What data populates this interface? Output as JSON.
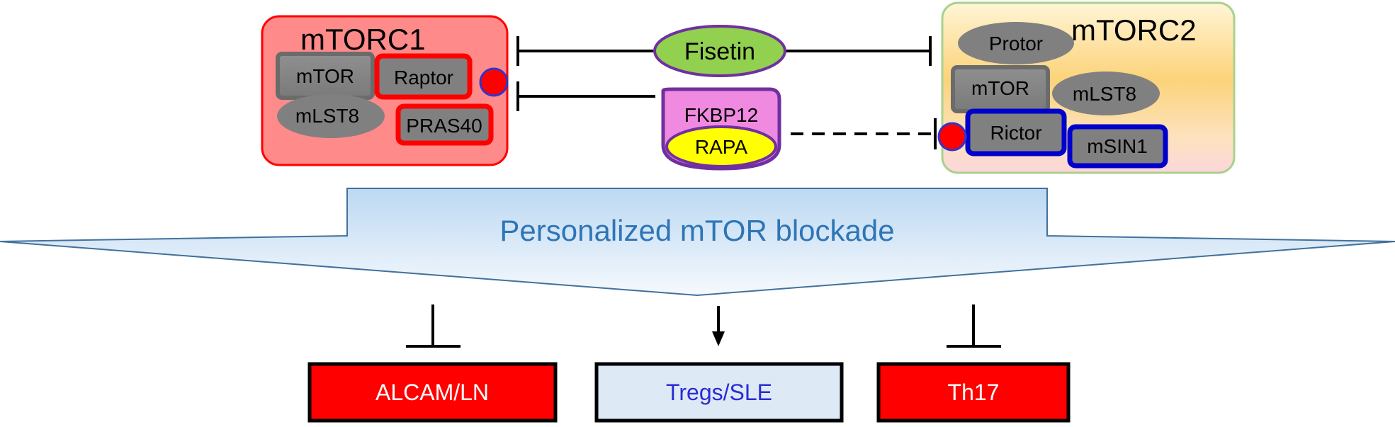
{
  "mtorc1": {
    "title": "mTORC1",
    "components": {
      "mtor": "mTOR",
      "raptor": "Raptor",
      "mlst8": "mLST8",
      "pras40": "PRAS40"
    }
  },
  "mtorc2": {
    "title": "mTORC2",
    "components": {
      "protor": "Protor",
      "mtor": "mTOR",
      "mlst8": "mLST8",
      "rictor": "Rictor",
      "msin1": "mSIN1"
    }
  },
  "inhibitors": {
    "fisetin": "Fisetin",
    "fkbp12": "FKBP12",
    "rapa": "RAPA"
  },
  "banner": {
    "text": "Personalized mTOR blockade"
  },
  "outcomes": [
    {
      "label": "ALCAM/LN",
      "effect": "inhibit",
      "fill": "#ff0000",
      "text_color": "#ffffff"
    },
    {
      "label": "Tregs/SLE",
      "effect": "activate",
      "fill": "#dde9f5",
      "text_color": "#2b2bd6"
    },
    {
      "label": "Th17",
      "effect": "inhibit",
      "fill": "#ff0000",
      "text_color": "#ffffff"
    }
  ],
  "colors": {
    "mtorc1_bg": "#ff8a8a",
    "mtorc1_border": "#ff0000",
    "mtorc2_border": "#a9d18e",
    "subunit_gray": "#808080",
    "red_border": "#ff0000",
    "blue_border": "#0000cc",
    "phospho_dot": "#ff0000",
    "fisetin_fill": "#92d050",
    "fisetin_border": "#7030a0",
    "fkbp12_fill": "#f08ae0",
    "rapa_fill": "#ffff00",
    "banner_text": "#2e75b6"
  }
}
